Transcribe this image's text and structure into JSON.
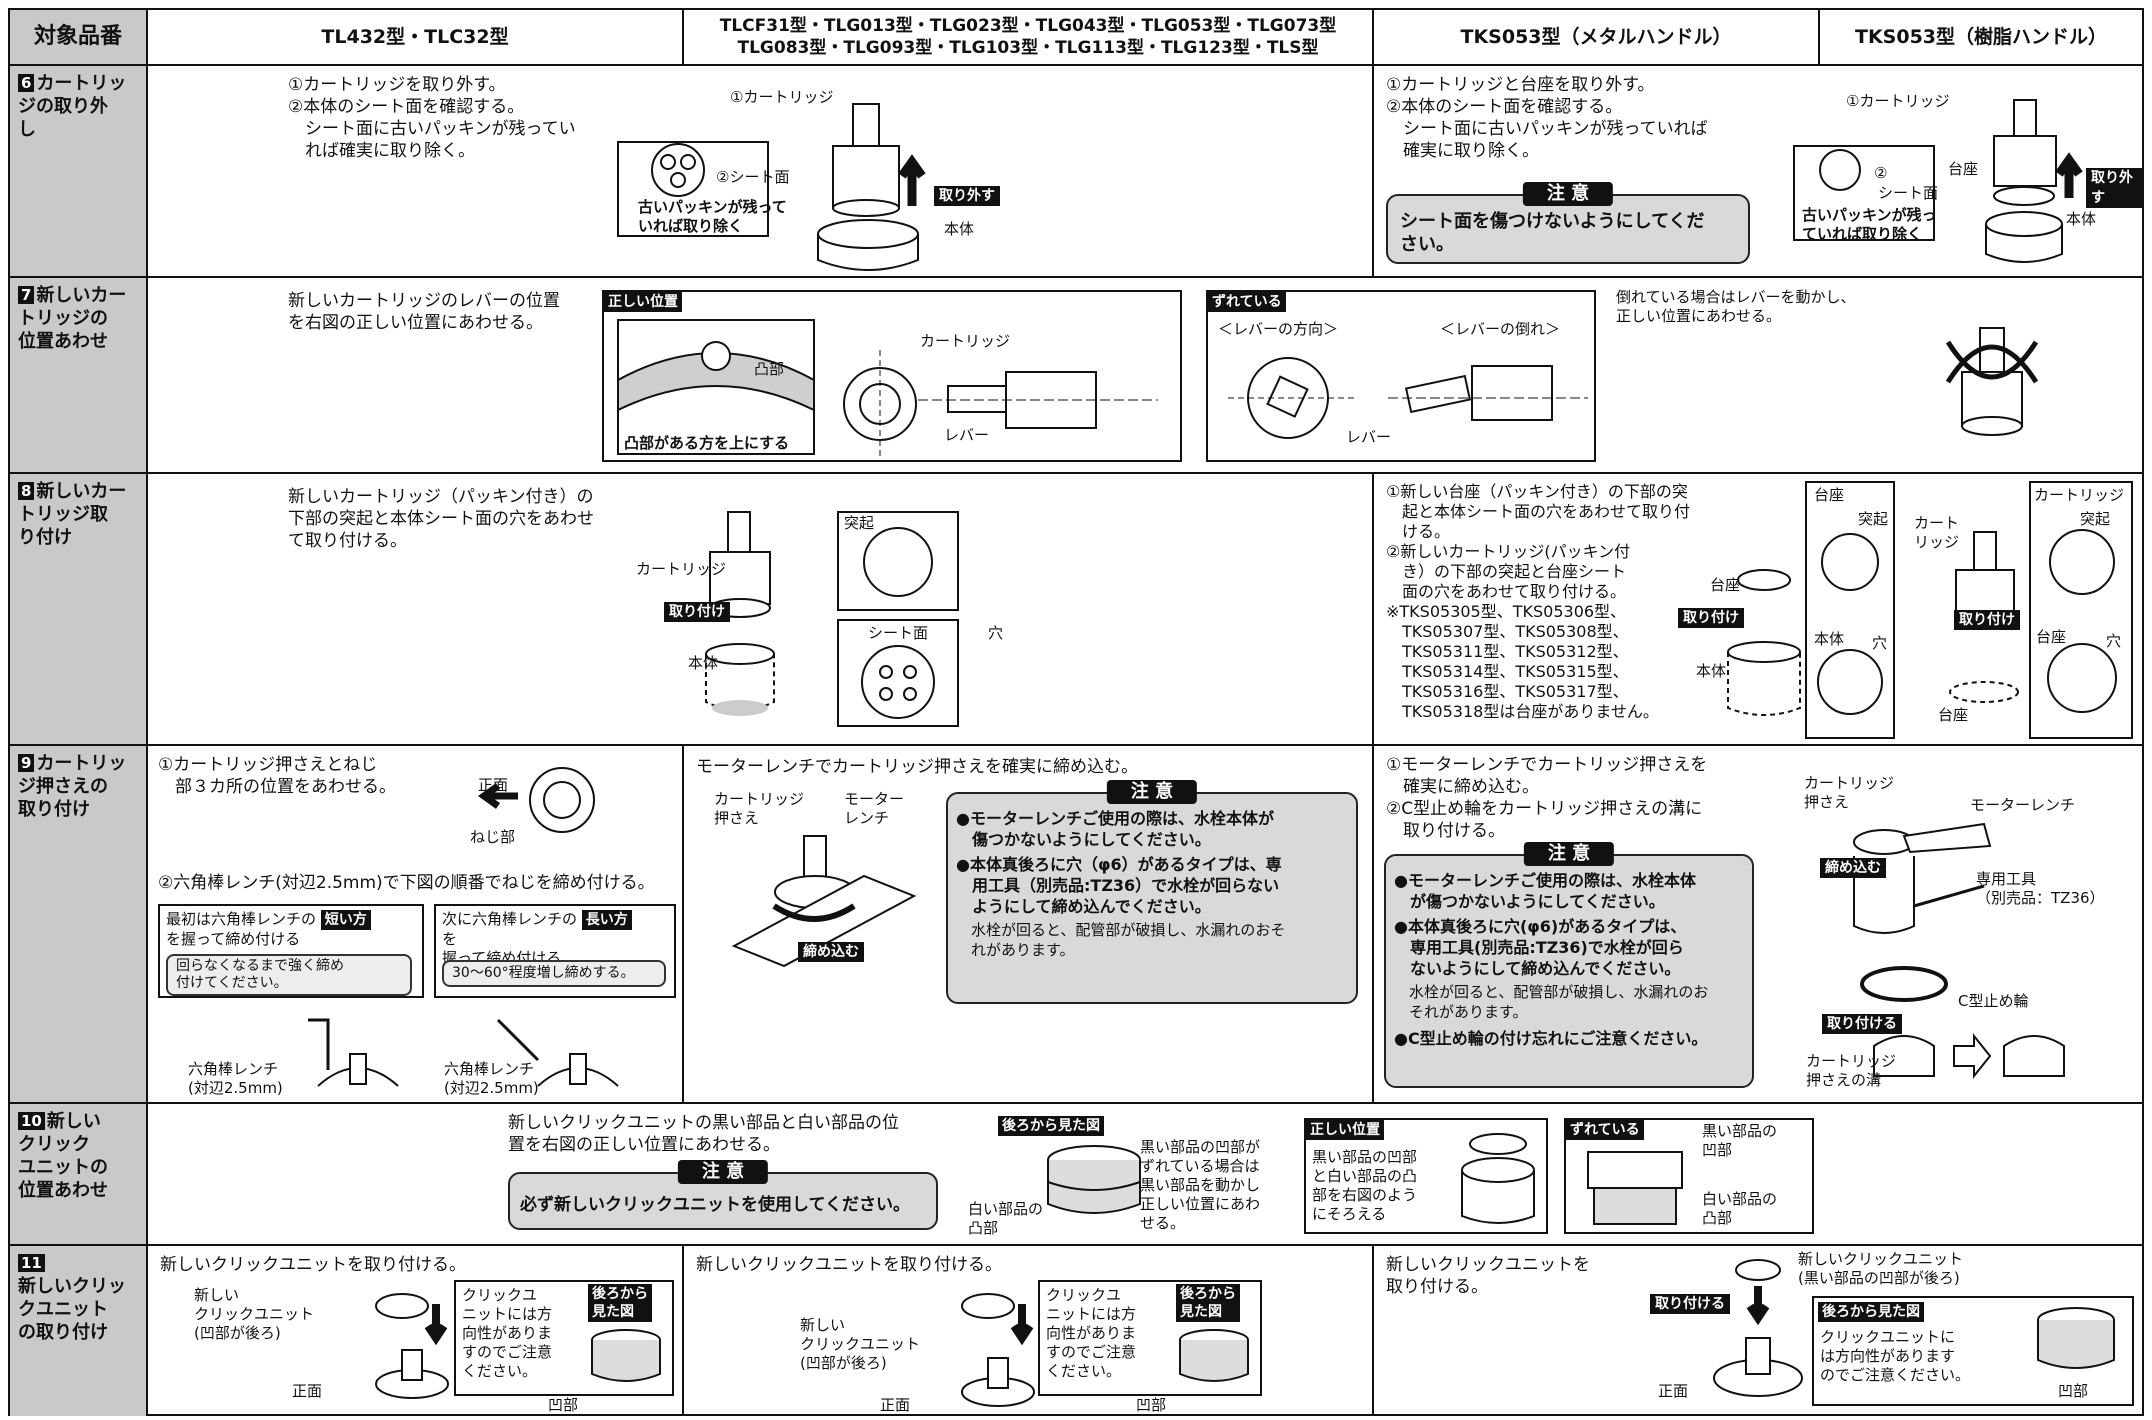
{
  "header": {
    "col0": "対象品番",
    "col1": "TL432型・TLC32型",
    "col2_line1": "TLCF31型・TLG013型・TLG023型・TLG043型・TLG053型・TLG073型",
    "col2_line2": "TLG083型・TLG093型・TLG103型・TLG113型・TLG123型・TLS型",
    "col3": "TKS053型（メタルハンドル）",
    "col4": "TKS053型（樹脂ハンドル）"
  },
  "steps": {
    "s6": {
      "num": "6",
      "label": "カートリッ\nジの取り外\nし",
      "a_text": "①カートリッジを取り外す。\n②本体のシート面を確認する。\n　シート面に古いパッキンが残ってい\n　れば確実に取り除く。",
      "a_fig_cart": "①カートリッジ",
      "a_fig_seat": "②シート面",
      "a_fig_old": "古いパッキンが残って\nいれば取り除く",
      "a_fig_remove": "取り外す",
      "a_fig_body": "本体",
      "b_text": "①カートリッジと台座を取り外す。\n②本体のシート面を確認する。\n　シート面に古いパッキンが残っていれば\n　確実に取り除く。",
      "b_caution_label": "注 意",
      "b_caution_text": "シート面を傷つけないようにしてくだ\nさい。",
      "b_fig_cart": "①カートリッジ",
      "b_fig_seat_num": "②",
      "b_fig_seat": "シート面",
      "b_fig_daiza": "台座",
      "b_fig_remove": "取り外す",
      "b_fig_old": "古いパッキンが残っ\nていれば取り除く",
      "b_fig_body": "本体"
    },
    "s7": {
      "num": "7",
      "label": "新しいカー\nトリッジの\n位置あわせ",
      "text": "新しいカートリッジのレバーの位置\nを右図の正しい位置にあわせる。",
      "correct_tag": "正しい位置",
      "convex": "凸部",
      "convex_up": "凸部がある方を上にする",
      "cartridge": "カートリッジ",
      "lever": "レバー",
      "wrong_tag": "ずれている",
      "lever_dir": "＜レバーの方向＞",
      "lever_tilt": "＜レバーの倒れ＞",
      "lever2": "レバー",
      "right_text": "倒れている場合はレバーを動かし、\n正しい位置にあわせる。"
    },
    "s8": {
      "num": "8",
      "label": "新しいカー\nトリッジ取\nり付け",
      "a_text": "新しいカートリッジ（パッキン付き）の\n下部の突起と本体シート面の穴をあわせ\nて取り付ける。",
      "a_proj": "突起",
      "a_cart": "カートリッジ",
      "a_attach": "取り付け",
      "a_seat": "シート面",
      "a_hole": "穴",
      "a_body": "本体",
      "b_text": "①新しい台座（パッキン付き）の下部の突\n　起と本体シート面の穴をあわせて取り付\n　ける。\n②新しいカートリッジ(パッキン付\n　き）の下部の突起と台座シート\n　面の穴をあわせて取り付ける。\n※TKS05305型、TKS05306型、\n　TKS05307型、TKS05308型、\n　TKS05311型、TKS05312型、\n　TKS05314型、TKS05315型、\n　TKS05316型、TKS05317型、\n　TKS05318型は台座がありません。",
      "b_daiza": "台座",
      "b_attach": "取り付け",
      "b_body": "本体",
      "b_box1_title": "台座",
      "b_box1_proj": "突起",
      "b_box1_body": "本体",
      "b_box1_hole": "穴",
      "b_cart": "カート\nリッジ",
      "b_attach2": "取り付け",
      "b_daiza2": "台座",
      "b_box2_title": "カートリッジ",
      "b_box2_proj": "突起",
      "b_box2_daiza": "台座",
      "b_box2_hole": "穴"
    },
    "s9": {
      "num": "9",
      "label": "カートリッ\nジ押さえの\n取り付け",
      "a_text1": "①カートリッジ押さえとねじ\n　部３カ所の位置をあわせる。",
      "a_front": "正面",
      "a_screw": "ねじ部",
      "a_text2": "②六角棒レンチ(対辺2.5mm)で下図の順番でねじを締め付ける。",
      "a_box1_pre": "最初は六角棒レンチの",
      "a_box1_tag": "短い方",
      "a_box1_post": "を握って締め付ける",
      "a_box1_note": "回らなくなるまで強く締め\n付けてください。",
      "a_box2_pre": "次に六角棒レンチの",
      "a_box2_tag": "長い方",
      "a_box2_post": "を\n握って締め付ける",
      "a_box2_note": "30〜60°程度増し締めする。",
      "a_wrench1": "六角棒レンチ\n(対辺2.5mm)",
      "a_wrench2": "六角棒レンチ\n(対辺2.5mm)",
      "b_text": "モーターレンチでカートリッジ押さえを確実に締め込む。",
      "b_cart": "カートリッジ\n押さえ",
      "b_motor": "モーター\nレンチ",
      "b_tighten": "締め込む",
      "b_caution_label": "注 意",
      "b_caution_1": "●モーターレンチご使用の際は、水栓本体が\n　傷つかないようにしてください。",
      "b_caution_2": "●本体真後ろに穴（φ6）があるタイプは、専\n　用工具（別売品:TZ36）で水栓が回らない\n　ようにして締め込んでください。",
      "b_caution_3": "　水栓が回ると、配管部が破損し、水漏れのおそ\n　れがあります。",
      "c_text": "①モーターレンチでカートリッジ押さえを\n　確実に締め込む。\n②C型止め輪をカートリッジ押さえの溝に\n　取り付ける。",
      "c_caution_label": "注 意",
      "c_caution_1": "●モーターレンチご使用の際は、水栓本体\n　が傷つかないようにしてください。",
      "c_caution_2": "●本体真後ろに穴(φ6)があるタイプは、\n　専用工具(別売品:TZ36)で水栓が回ら\n　ないようにして締め込んでください。",
      "c_caution_3": "　水栓が回ると、配管部が破損し、水漏れのお\n　それがあります。",
      "c_caution_4": "●C型止め輪の付け忘れにご注意ください。",
      "c_cart": "カートリッジ\n押さえ",
      "c_motor": "モーターレンチ",
      "c_tighten": "締め込む",
      "c_tool": "専用工具\n（別売品：TZ36）",
      "c_ring": "C型止め輪",
      "c_attach": "取り付ける",
      "c_groove": "カートリッジ\n押さえの溝"
    },
    "s10": {
      "num": "10",
      "label": "新しい\nクリック\nユニットの\n位置あわせ",
      "text": "新しいクリックユニットの黒い部品と白い部品の位\n置を右図の正しい位置にあわせる。",
      "caution_label": "注 意",
      "caution_text": "必ず新しいクリックユニットを使用してください。",
      "back_tag": "後ろから見た図",
      "white_convex": "白い部品の\n凸部",
      "black_note": "黒い部品の凹部が\nずれている場合は\n黒い部品を動かし\n正しい位置にあわ\nせる。",
      "correct_tag": "正しい位置",
      "correct_text": "黒い部品の凹部\nと白い部品の凸\n部を右図のよう\nにそろえる",
      "wrong_tag": "ずれている",
      "black_concave": "黒い部品の\n凹部",
      "white_convex2": "白い部品の\n凸部"
    },
    "s11": {
      "num": "11",
      "label": "新しいクリッ\nクユニット\nの取り付け",
      "a_text": "新しいクリックユニットを取り付ける。",
      "a_new": "新しい\nクリックユニット\n(凹部が後ろ)",
      "a_front": "正面",
      "a_note": "クリックユ\nニットには方\n向性がありま\nすのでご注意\nください。",
      "a_back": "後ろから\n見た図",
      "a_concave": "凹部",
      "b_text": "新しいクリックユニットを取り付ける。",
      "b_new": "新しい\nクリックユニット\n(凹部が後ろ)",
      "b_front": "正面",
      "b_note": "クリックユ\nニットには方\n向性がありま\nすのでご注意\nください。",
      "b_back": "後ろから\n見た図",
      "b_concave": "凹部",
      "c_text": "新しいクリックユニットを\n取り付ける。",
      "c_new": "新しいクリックユニット\n(黒い部品の凹部が後ろ)",
      "c_attach": "取り付ける",
      "c_front": "正面",
      "c_back_tag": "後ろから見た図",
      "c_note": "クリックユニットに\nは方向性があります\nのでご注意ください。",
      "c_concave": "凹部"
    }
  }
}
